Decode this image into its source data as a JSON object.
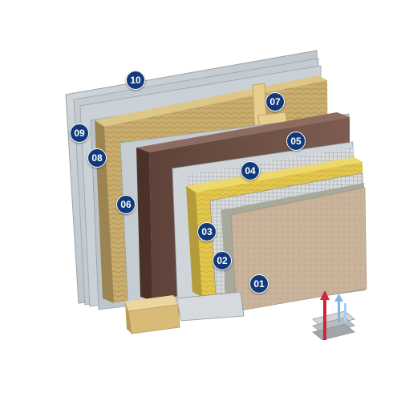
{
  "colors": {
    "badge": "#123a7a",
    "plasterboard": "#c5ccd2",
    "mineral_wool_yellow": "#c9ad6c",
    "wood_fibre_board": "#7a5a4e",
    "render_finish": "#c8b39a",
    "timber": "#e3c98a",
    "membrane": "#c2c8cc"
  },
  "callouts": [
    {
      "label": "01",
      "icon": "number-badge"
    },
    {
      "label": "02",
      "icon": "number-badge"
    },
    {
      "label": "03",
      "icon": "number-badge"
    },
    {
      "label": "04",
      "icon": "number-badge"
    },
    {
      "label": "05",
      "icon": "number-badge"
    },
    {
      "label": "06",
      "icon": "number-badge"
    },
    {
      "label": "07",
      "icon": "number-badge"
    },
    {
      "label": "08",
      "icon": "number-badge"
    },
    {
      "label": "09",
      "icon": "number-badge"
    },
    {
      "label": "10",
      "icon": "number-badge"
    }
  ],
  "legend_icon": "vapour-diffusion-icon"
}
